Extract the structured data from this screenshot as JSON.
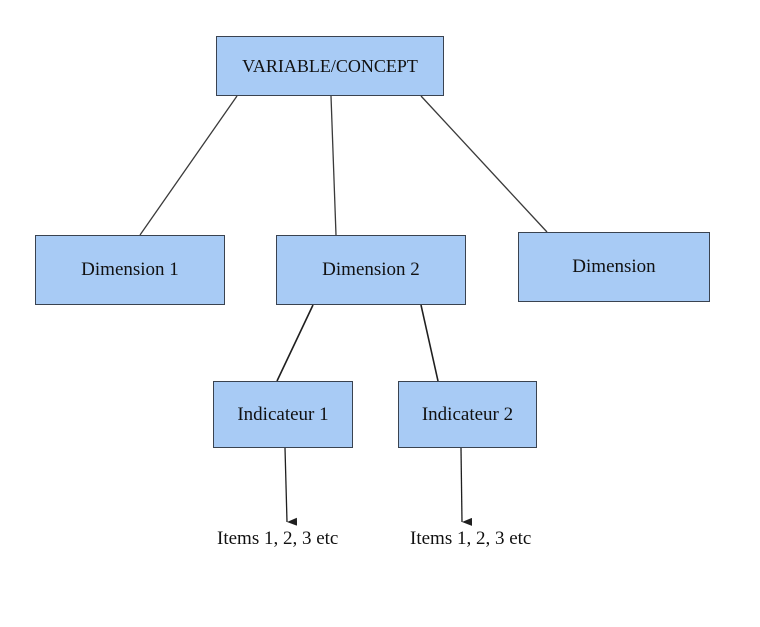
{
  "colors": {
    "node_fill": "#a8cbf5",
    "node_border": "#3a4350",
    "connector": "#1f1f1f",
    "text": "#111111"
  },
  "nodes": {
    "root": "VARIABLE/CONCEPT",
    "dimension_1": "Dimension 1",
    "dimension_2": "Dimension 2",
    "dimension_3": "Dimension",
    "indicator_1": "Indicateur 1",
    "indicator_2": "Indicateur 2"
  },
  "leaves": {
    "items_1": "Items 1, 2, 3 etc",
    "items_2": "Items 1, 2, 3 etc"
  },
  "edges": [
    {
      "from": "root",
      "to": "dimension_1",
      "arrow": false
    },
    {
      "from": "root",
      "to": "dimension_2",
      "arrow": false
    },
    {
      "from": "root",
      "to": "dimension_3",
      "arrow": false
    },
    {
      "from": "dimension_2",
      "to": "indicator_1",
      "arrow": false
    },
    {
      "from": "dimension_2",
      "to": "indicator_2",
      "arrow": false
    },
    {
      "from": "indicator_1",
      "to": "items_1",
      "arrow": true
    },
    {
      "from": "indicator_2",
      "to": "items_2",
      "arrow": true
    }
  ]
}
